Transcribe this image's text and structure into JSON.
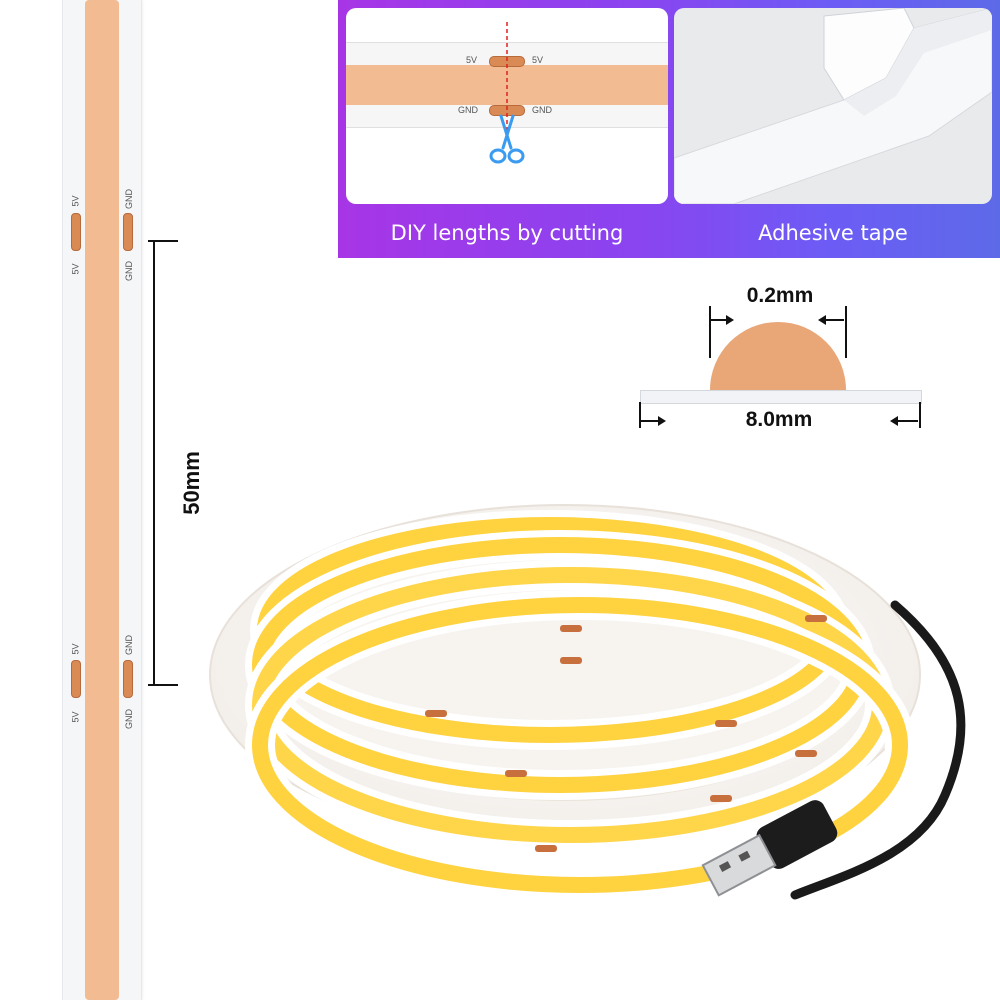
{
  "banner": {
    "left_caption": "DIY lengths by cutting",
    "right_caption": "Adhesive tape"
  },
  "strip_labels": {
    "voltage": "5V",
    "ground": "GND"
  },
  "dimensions": {
    "length": "50mm",
    "thickness": "0.2mm",
    "width": "8.0mm"
  },
  "colors": {
    "banner_start": "#a735e6",
    "banner_end": "#5d6ae8",
    "led_off": "#f3bb92",
    "led_on": "#ffd34a",
    "pad": "#d98a55"
  },
  "icons": {
    "cut": "scissors-icon"
  }
}
